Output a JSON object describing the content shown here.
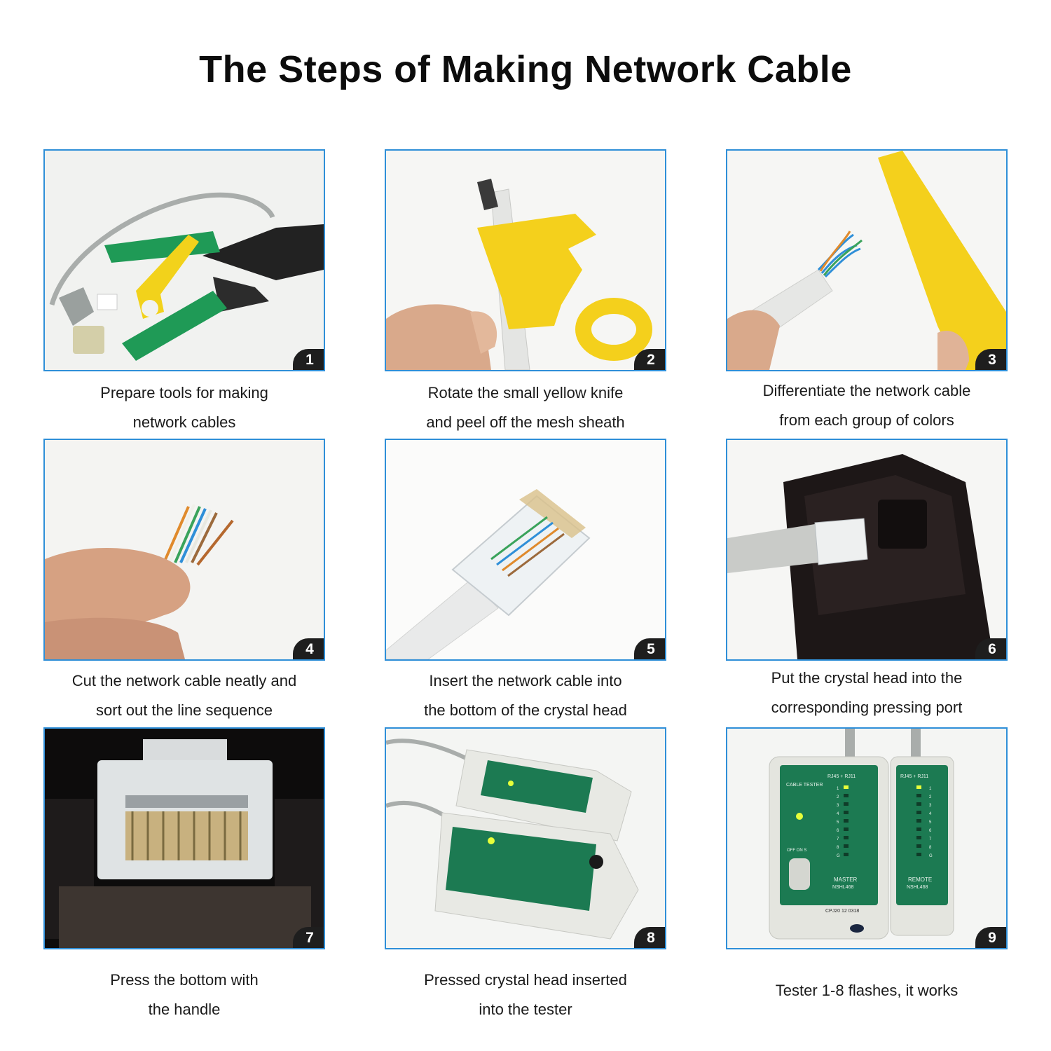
{
  "page": {
    "title": "The Steps of Making Network Cable"
  },
  "steps": [
    {
      "number": "1",
      "line1": "Prepare tools for making",
      "line2": "network cables"
    },
    {
      "number": "2",
      "line1": "Rotate the small yellow knife",
      "line2": "and peel off the mesh sheath"
    },
    {
      "number": "3",
      "line1": "Differentiate the network cable",
      "line2": "from each group of colors"
    },
    {
      "number": "4",
      "line1": "Cut the network cable neatly and",
      "line2": "sort out the line sequence"
    },
    {
      "number": "5",
      "line1": "Insert the network cable into",
      "line2": "the bottom of the crystal head"
    },
    {
      "number": "6",
      "line1": "Put the crystal head into the",
      "line2": "corresponding pressing port"
    },
    {
      "number": "7",
      "line1": "Press the bottom with",
      "line2": "the handle"
    },
    {
      "number": "8",
      "line1": "Pressed crystal head inserted",
      "line2": "into the tester"
    },
    {
      "number": "9",
      "line1": "Tester 1-8 flashes, it works",
      "line2": ""
    }
  ],
  "colors": {
    "frame_border": "#2f8fd8",
    "badge": "#1e1e1e",
    "crimper_green": "#1f9a56",
    "stripper_yellow": "#f2d21b",
    "tester_green": "#1c7a52"
  },
  "photo_labels": {
    "tester_master_title": "CABLE TESTER",
    "tester_ports": "RJ45 + RJ11",
    "tester_master": "MASTER",
    "tester_master_model": "NSHL468",
    "tester_remote": "REMOTE",
    "tester_remote_model": "NSHL468",
    "tester_switch": "OFF ON S",
    "tester_serial": "CPJ20 12 0318",
    "led_numbers": [
      "1",
      "2",
      "3",
      "4",
      "5",
      "6",
      "7",
      "8",
      "G"
    ]
  }
}
